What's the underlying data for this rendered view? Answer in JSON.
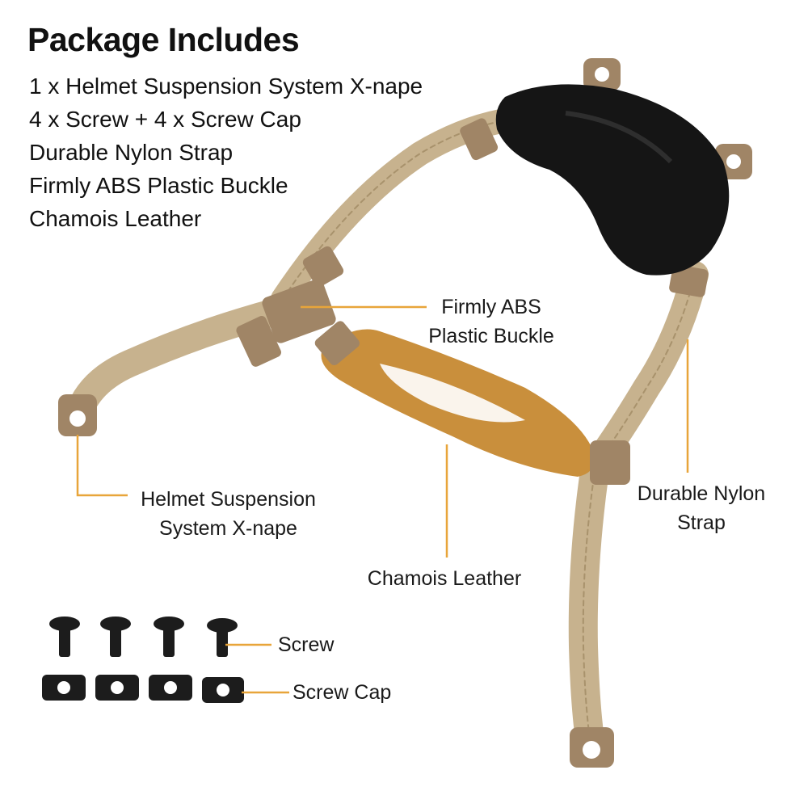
{
  "heading": "Package Includes",
  "includes": [
    "1 x Helmet Suspension System X-nape",
    "4 x Screw + 4 x Screw Cap",
    "Durable Nylon Strap",
    "Firmly ABS Plastic Buckle",
    "Chamois Leather"
  ],
  "callouts": {
    "buckle": [
      "Firmly ABS",
      "Plastic Buckle"
    ],
    "suspension": [
      "Helmet Suspension",
      "System X-nape"
    ],
    "strap": [
      "Durable Nylon",
      "Strap"
    ],
    "leather": [
      "Chamois Leather"
    ],
    "screw": [
      "Screw"
    ],
    "cap": [
      "Screw Cap"
    ]
  },
  "colors": {
    "leader": "#e8a53a",
    "strap": "#c7b28e",
    "strap_dark": "#a8926c",
    "buckle": "#a08566",
    "pad": "#151515",
    "leather": "#c98f3c",
    "hardware": "#1c1c1c"
  }
}
